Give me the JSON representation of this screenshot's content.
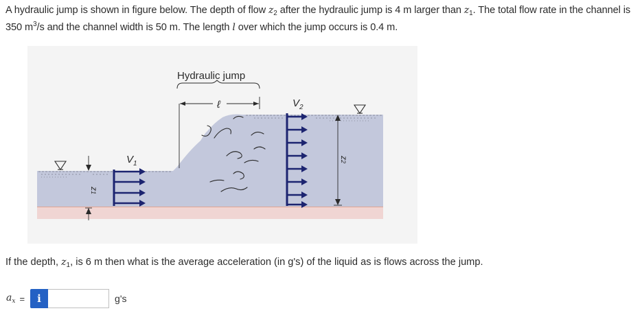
{
  "problem": {
    "p1": "A hydraulic jump is shown in figure below. The depth of flow ",
    "z2": "z",
    "z2_sub": "2",
    "p2": " after the hydraulic jump is 4 m larger than ",
    "z1": "z",
    "z1_sub": "1",
    "p3": ". The total flow rate in the channel is 350 m",
    "p3_sup": "3",
    "p4": "/s and the channel width is 50 m. The length ",
    "l_var": "l",
    "p5": " over which the jump occurs is 0.4 m."
  },
  "figure": {
    "title": "Hydraulic jump",
    "length_label": "ℓ",
    "v1_label": "V",
    "v1_sub": "1",
    "v2_label": "V",
    "v2_sub": "2",
    "z1_label": "z",
    "z1_sub": "1",
    "z2_label": "z",
    "z2_sub": "2",
    "colors": {
      "water": "#c3c8dc",
      "ground": "#f0d5d3",
      "ground_line": "#d9866c",
      "background": "#f4f4f4",
      "ink": "#2a2a2a"
    }
  },
  "question": {
    "q1": "If the depth, ",
    "z": "z",
    "z_sub": "1",
    "q2": ", is 6 m then what is the average acceleration (in g's) of the liquid as is flows across the jump."
  },
  "answer": {
    "label": "a",
    "label_sub": "x",
    "equals": "=",
    "info_icon": "i",
    "value": "",
    "units": "g's"
  }
}
